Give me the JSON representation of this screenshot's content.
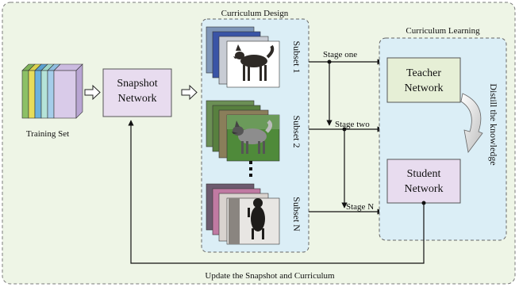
{
  "training_set": {
    "label": "Training Set"
  },
  "snapshot_network": {
    "line1": "Snapshot",
    "line2": "Network"
  },
  "curriculum_design": {
    "title": "Curriculum Design",
    "subsets": [
      {
        "label": "Subset 1"
      },
      {
        "label": "Subset 2"
      },
      {
        "label": "Subset N"
      }
    ]
  },
  "stages": [
    "Stage one",
    "Stage two",
    "Stage N"
  ],
  "curriculum_learning": {
    "title": "Curriculum Learning",
    "teacher": {
      "line1": "Teacher",
      "line2": "Network"
    },
    "student": {
      "line1": "Student",
      "line2": "Network"
    },
    "distill_label": "Distill the knowledge"
  },
  "feedback_label": "Update the Snapshot and Curriculum",
  "colors": {
    "outer_bg": "#eef5e6",
    "panel_bg": "#dbeef6",
    "teacher_fill": "#e6efd6",
    "snapshot_fill": "#e8dcef",
    "student_fill": "#e8dcef"
  }
}
